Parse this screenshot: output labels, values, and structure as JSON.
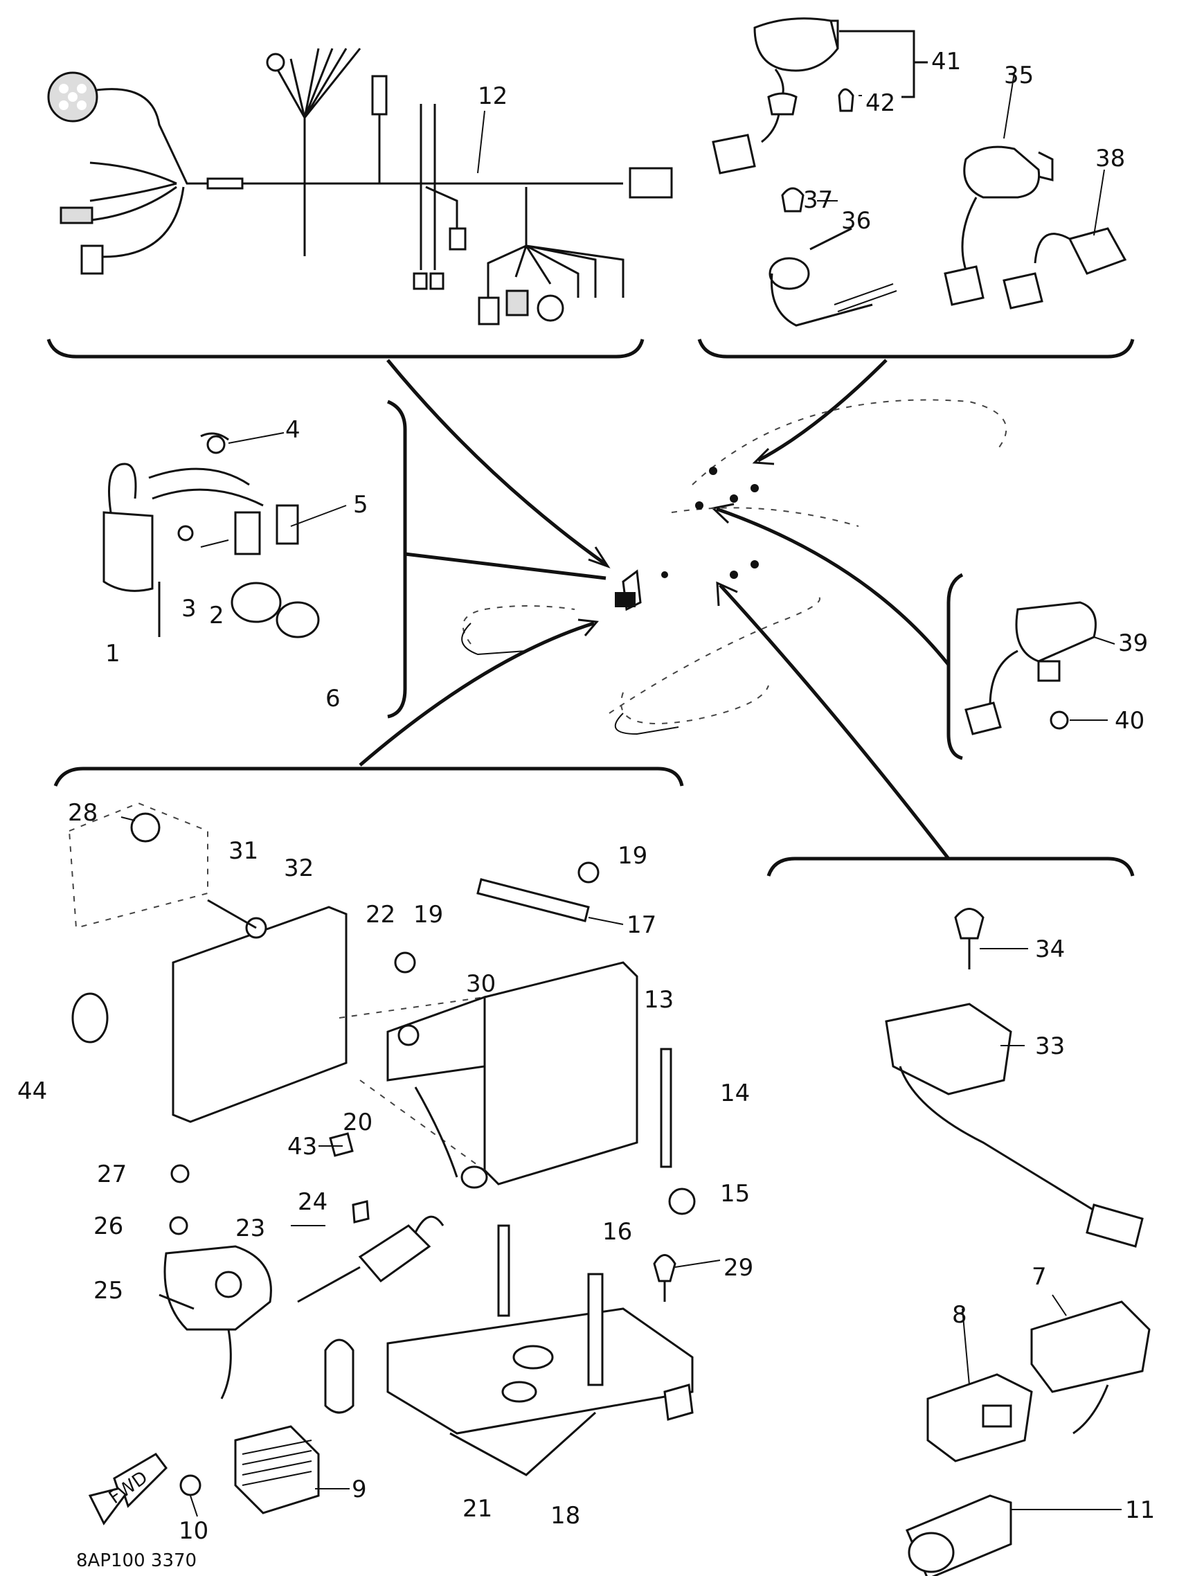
{
  "figure_code": "8AP100 3370",
  "fwd_label": "FWD",
  "callouts": {
    "c1": "1",
    "c2": "2",
    "c3": "3",
    "c4": "4",
    "c5": "5",
    "c6": "6",
    "c7": "7",
    "c8": "8",
    "c9": "9",
    "c10": "10",
    "c11": "11",
    "c12": "12",
    "c13": "13",
    "c14": "14",
    "c15": "15",
    "c16": "16",
    "c17": "17",
    "c18": "18",
    "c19a": "19",
    "c19b": "19",
    "c20": "20",
    "c21": "21",
    "c22": "22",
    "c23": "23",
    "c24": "24",
    "c25": "25",
    "c26": "26",
    "c27": "27",
    "c28": "28",
    "c29": "29",
    "c30": "30",
    "c31": "31",
    "c32": "32",
    "c33": "33",
    "c34": "34",
    "c35": "35",
    "c36": "36",
    "c37": "37",
    "c38": "38",
    "c39": "39",
    "c40": "40",
    "c41": "41",
    "c42": "42",
    "c43": "43",
    "c44": "44"
  }
}
